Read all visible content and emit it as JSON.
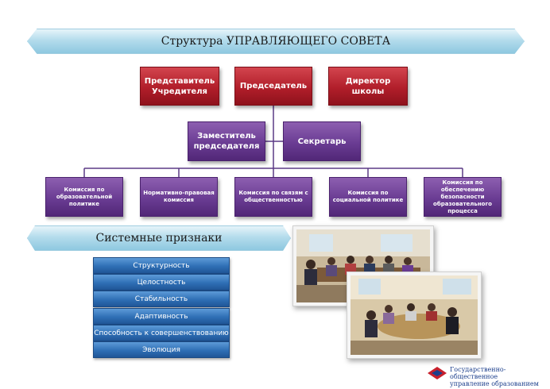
{
  "title": "Структура УПРАВЛЯЮЩЕГО СОВЕТА",
  "top_row": {
    "founder_rep": "Представитель Учредителя",
    "chairman": "Председатель",
    "director": "Директор школы"
  },
  "second_row": {
    "deputy": "Заместитель председателя",
    "secretary": "Секретарь"
  },
  "commissions": [
    "Комиссия по образовательной политике",
    "Нормативно-правовая комиссия",
    "Комиссия по связям с общественностью",
    "Комиссия по социальной политике",
    "Комиссия по обеспечению безопасности образовательного процесса"
  ],
  "features_title": "Системные признаки",
  "features": [
    "Структурность",
    "Целостность",
    "Стабильность",
    "Адаптивность",
    "Способность к совершенствованию",
    "Эволюция"
  ],
  "logo": {
    "line1": "Государственно-общественное",
    "line2": "управление образованием"
  },
  "colors": {
    "red_box": "#b11e2a",
    "purple_box": "#6a3c93",
    "blue_feature": "#2f6fb5",
    "connector": "#5b3a85"
  }
}
